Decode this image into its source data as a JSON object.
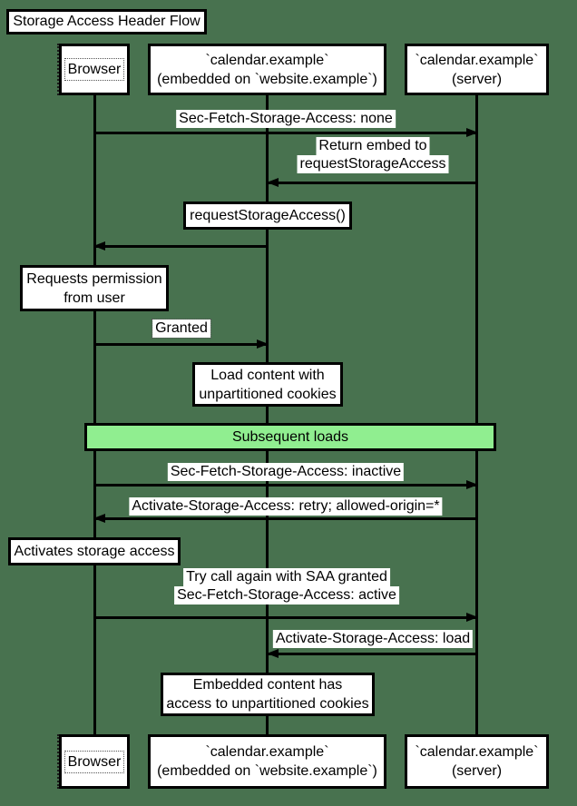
{
  "diagram": {
    "title": "Storage Access Header Flow",
    "participants": {
      "browser": {
        "label": "Browser"
      },
      "embed": {
        "line1": "`calendar.example`",
        "line2": "(embedded on `website.example`)"
      },
      "server": {
        "line1": "`calendar.example`",
        "line2": "(server)"
      }
    },
    "messages": [
      {
        "from": "Browser",
        "to": "calendar.example (server)",
        "text": "Sec-Fetch-Storage-Access: none"
      },
      {
        "from": "calendar.example (server)",
        "to": "calendar.example (embedded)",
        "line1": "Return embed to",
        "line2": "requestStorageAccess"
      },
      {
        "from": "calendar.example (embedded)",
        "to": "Browser",
        "text": ""
      },
      {
        "from": "Browser",
        "to": "calendar.example (embedded)",
        "text": "Granted"
      },
      {
        "from": "Browser",
        "to": "calendar.example (server)",
        "text": "Sec-Fetch-Storage-Access: inactive"
      },
      {
        "from": "calendar.example (server)",
        "to": "Browser",
        "text": "Activate-Storage-Access: retry; allowed-origin=*"
      },
      {
        "from": "Browser",
        "to": "calendar.example (server)",
        "line1": "Try call again with SAA granted",
        "line2": "Sec-Fetch-Storage-Access: active"
      },
      {
        "from": "calendar.example (server)",
        "to": "calendar.example (embedded)",
        "text": "Activate-Storage-Access: load"
      }
    ],
    "notes": [
      {
        "over": "calendar.example (embedded)",
        "text": "requestStorageAccess()"
      },
      {
        "over": "Browser",
        "line1": "Requests permission",
        "line2": "from user"
      },
      {
        "over": "calendar.example (embedded)",
        "line1": "Load content with",
        "line2": "unpartitioned cookies"
      },
      {
        "over": "Browser",
        "text": "Activates storage access"
      },
      {
        "over": "calendar.example (embedded)",
        "line1": "Embedded content has",
        "line2": "access to unpartitioned cookies"
      }
    ],
    "divider": {
      "label": "Subsequent loads"
    },
    "colors": {
      "background": "#48724F",
      "divider_fill": "#90EE90",
      "box_fill": "#FFFFFF",
      "line": "#000000",
      "text": "#000000"
    }
  }
}
